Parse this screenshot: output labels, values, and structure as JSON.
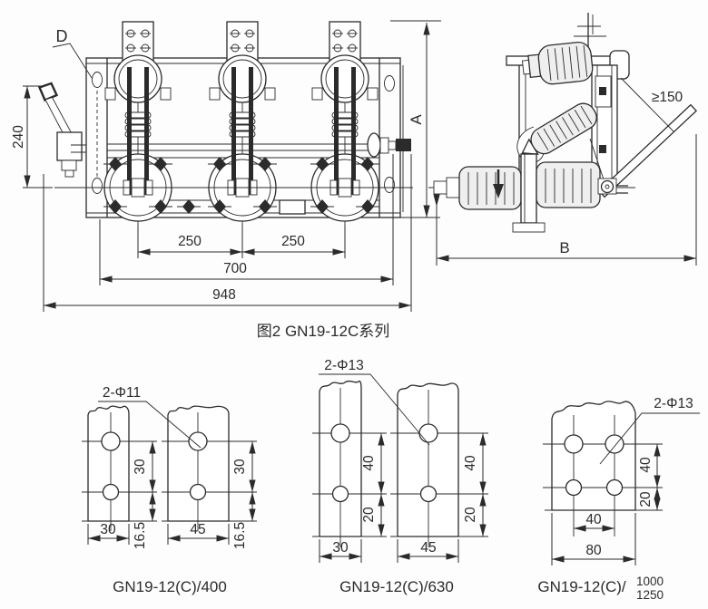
{
  "figure": {
    "caption": "图2 GN19-12C系列"
  },
  "front_view": {
    "label_d": "D",
    "dim_240": "240",
    "dim_250_left": "250",
    "dim_250_right": "250",
    "dim_700": "700",
    "dim_948": "948",
    "dim_a": "A"
  },
  "side_view": {
    "dim_clearance": "≥150",
    "dim_b": "B"
  },
  "mounting_patterns": [
    {
      "callout": "2-Φ11",
      "caption": "GN19-12(C)/400",
      "left_plate": {
        "hole_pitch": "30",
        "edge_offset": "16.5",
        "width": "30"
      },
      "right_plate": {
        "hole_pitch": "30",
        "edge_offset": "16.5",
        "width": "45"
      }
    },
    {
      "callout": "2-Φ13",
      "caption": "GN19-12(C)/630",
      "left_plate": {
        "hole_pitch": "40",
        "edge_offset": "20",
        "width": "30"
      },
      "right_plate": {
        "hole_pitch": "40",
        "edge_offset": "20",
        "width": "45"
      }
    },
    {
      "callout": "2-Φ13",
      "caption_prefix": "GN19-12(C)/",
      "caption_rating_top": "1000",
      "caption_rating_bottom": "1250",
      "plate": {
        "hole_pitch_v": "40",
        "edge_offset": "20",
        "hole_pitch_h": "40",
        "width": "80"
      }
    }
  ]
}
